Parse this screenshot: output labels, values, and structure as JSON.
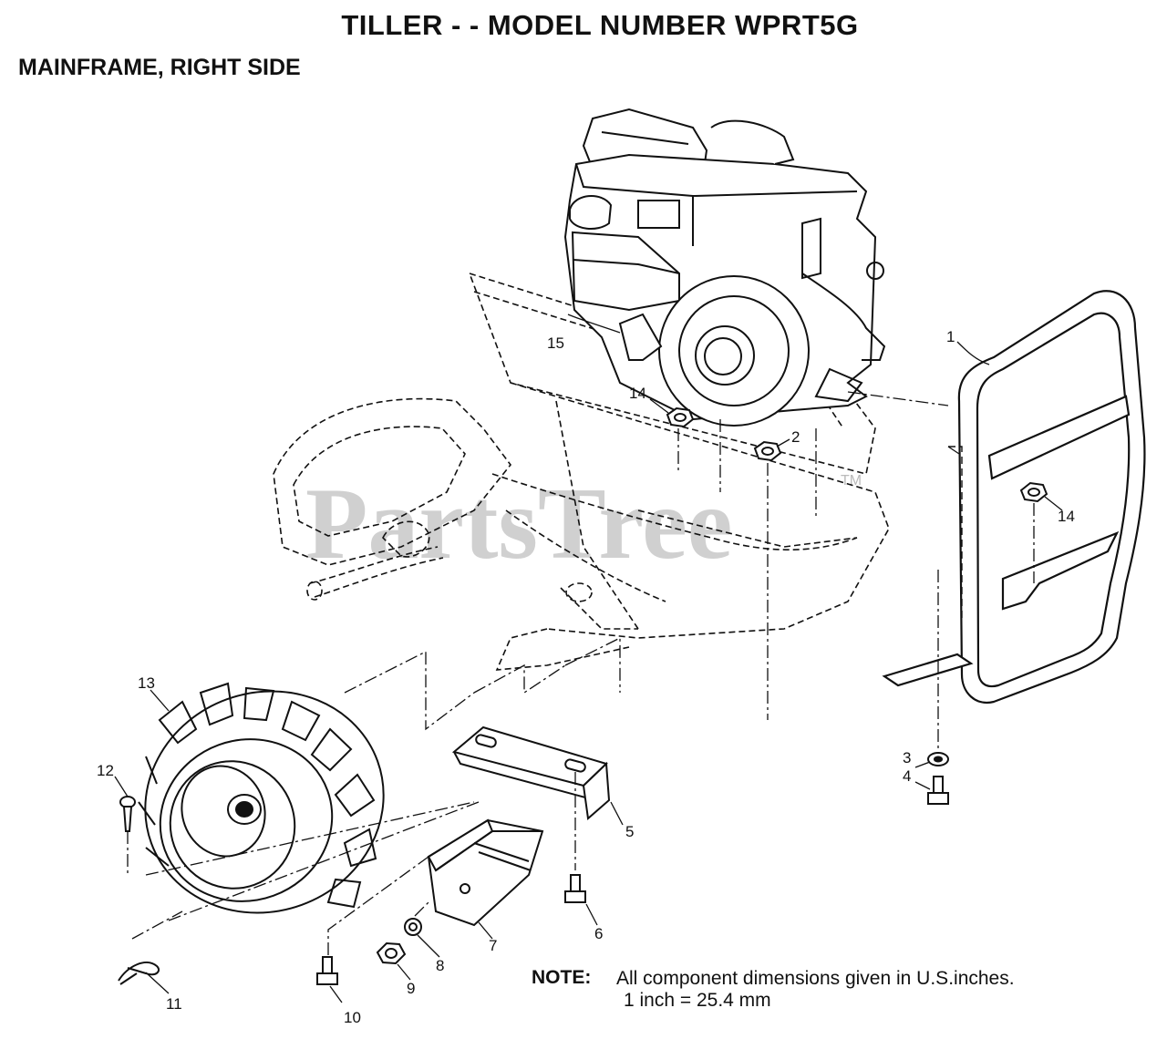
{
  "header": {
    "title": "TILLER - - MODEL NUMBER WPRT5G",
    "subtitle": "MAINFRAME, RIGHT SIDE"
  },
  "watermark": {
    "text": "PartsTree",
    "trademark": "TM"
  },
  "callouts": {
    "c1": "1",
    "c2": "2",
    "c3": "3",
    "c4": "4",
    "c5": "5",
    "c6": "6",
    "c7": "7",
    "c8": "8",
    "c9": "9",
    "c10": "10",
    "c11": "11",
    "c12": "12",
    "c13": "13",
    "c14a": "14",
    "c14b": "14",
    "c15": "15"
  },
  "note": {
    "label": "NOTE:",
    "line1": "All component dimensions given in U.S.inches.",
    "line2": "1 inch = 25.4 mm"
  }
}
